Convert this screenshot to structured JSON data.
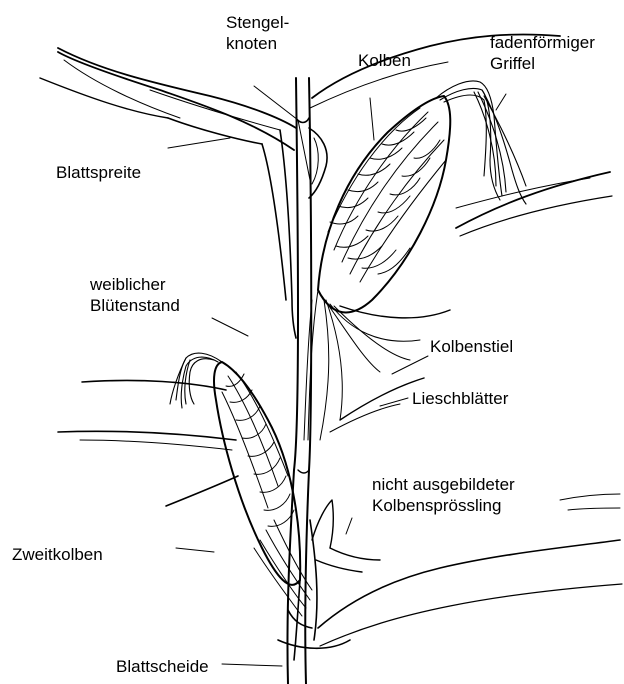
{
  "labels": {
    "stengelknoten": "Stengel-\nknoten",
    "kolben": "Kolben",
    "griffel": "fadenförmiger\nGriffel",
    "blattspreite": "Blattspreite",
    "bluetenstand": "weiblicher\nBlütenstand",
    "kolbenstiel": "Kolbenstiel",
    "lieschblaetter": "Lieschblätter",
    "kolbenspross": "nicht ausgebildeter\nKolbensprössling",
    "zweitkolben": "Zweitkolben",
    "blattscheide": "Blattscheide"
  },
  "colors": {
    "ink": "#000000",
    "background": "#ffffff"
  }
}
